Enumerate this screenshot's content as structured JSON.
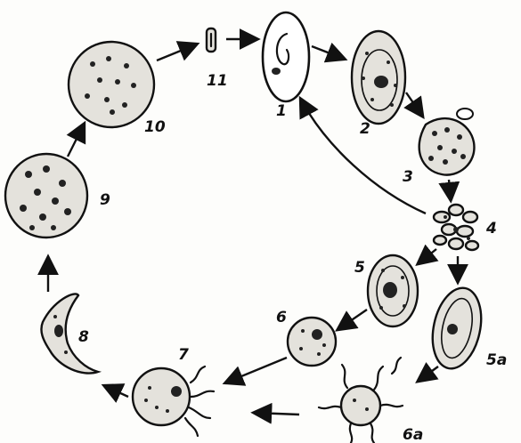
{
  "stages": [
    {
      "id": "1",
      "label": "1"
    },
    {
      "id": "2",
      "label": "2"
    },
    {
      "id": "3",
      "label": "3"
    },
    {
      "id": "4",
      "label": "4"
    },
    {
      "id": "5",
      "label": "5"
    },
    {
      "id": "5a",
      "label": "5a"
    },
    {
      "id": "6",
      "label": "6"
    },
    {
      "id": "6a",
      "label": "6a"
    },
    {
      "id": "7",
      "label": "7"
    },
    {
      "id": "8",
      "label": "8"
    },
    {
      "id": "9",
      "label": "9"
    },
    {
      "id": "10",
      "label": "10"
    },
    {
      "id": "11",
      "label": "11"
    }
  ],
  "colors": {
    "ink": "#111111",
    "cell_fill": "#e4e2dc",
    "background": "#fdfdfb"
  }
}
